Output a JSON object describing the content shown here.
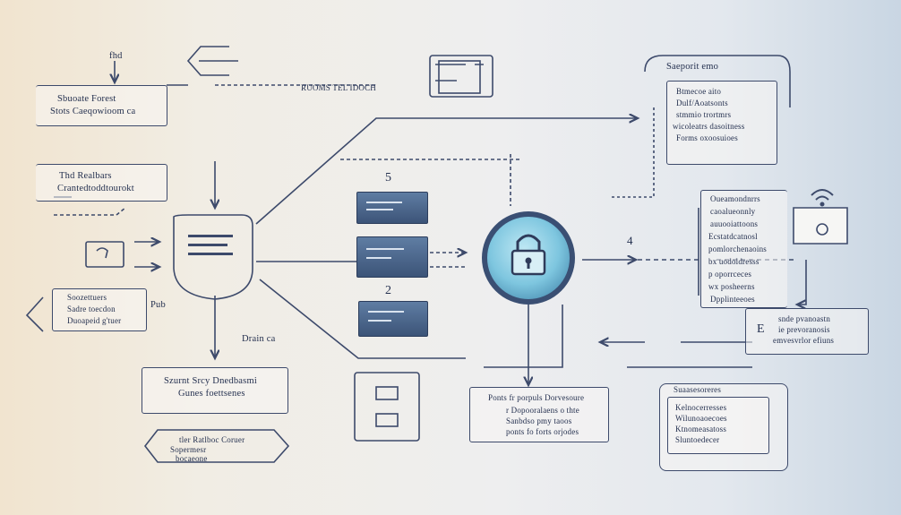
{
  "labels": {
    "top_left_tag": "fhd",
    "tl_box": [
      "Sbuoate Forest",
      "Stots Caeqowioom ca"
    ],
    "ml_box": [
      "Thd Realbars",
      "Crantedtoddtourokt"
    ],
    "lower_left_box": [
      "Soozettuers",
      "Sadre toecdon",
      "Duoapeid g'tuer"
    ],
    "pub_label": "Pub",
    "center_top_label": "RUOMS TEL IDOCH",
    "num_5": "5",
    "num_2": "2",
    "num_4": "4",
    "drain_label": "Drain  ca",
    "bottom_mid_box": [
      "Szurnt Srcy Dnedbasmi",
      "Gunes foettsenes"
    ],
    "bottom_left_box": [
      "tler Ratlboc Coruer",
      "Sopermesr",
      "bocaeone"
    ],
    "center_bottom_box": [
      "Ponts fr porpuls Dorvesoure",
      "r Dopooralaens o thte",
      "Sanbdso pmy taoos",
      "ponts fo forts orjodes"
    ],
    "top_right_title": "Saeporit emo",
    "tr_box": [
      "Btmecoe aito",
      "Dulf/Aoatsonts",
      "stmmio trortmrs",
      "wicoleatrs dasoitness",
      "Forms oxoosuioes"
    ],
    "right_list": [
      "Oueamondnrrs",
      "caoalueonnly",
      "auuooiattoons",
      "Ecstatdcatnosl",
      "pomlorchenaoins",
      "bx uodoldresss",
      "p oporrceces",
      "wx posheerns",
      "Dpplinteeoes"
    ],
    "right_box": [
      "snde pvanoastn",
      "ie prevoranosis",
      "emvesvrlor efiuns"
    ],
    "right_box_letter": "E",
    "bottom_right_box": [
      "Suaasesoreres",
      "Kelnocerresses",
      "Wilunoaoecoes",
      "Ktnomeasatoss",
      "Sluntoedecer"
    ]
  },
  "colors": {
    "ink": "#3d4a6b",
    "lock_ring": "#3a4f73",
    "lock_fill": "#7ec6df"
  },
  "icons": [
    "lock-icon",
    "wifi-icon",
    "document-icon",
    "arrow-icon",
    "folder-icon"
  ]
}
